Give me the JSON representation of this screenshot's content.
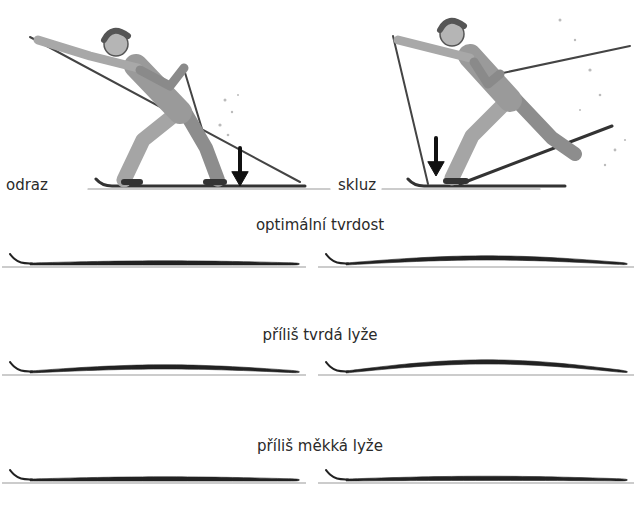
{
  "diagram": {
    "labels": [
      "odraz",
      "skluz",
      "optimální tvrdost",
      "příliš tvrdá lyže",
      "příliš měkká lyže"
    ]
  }
}
